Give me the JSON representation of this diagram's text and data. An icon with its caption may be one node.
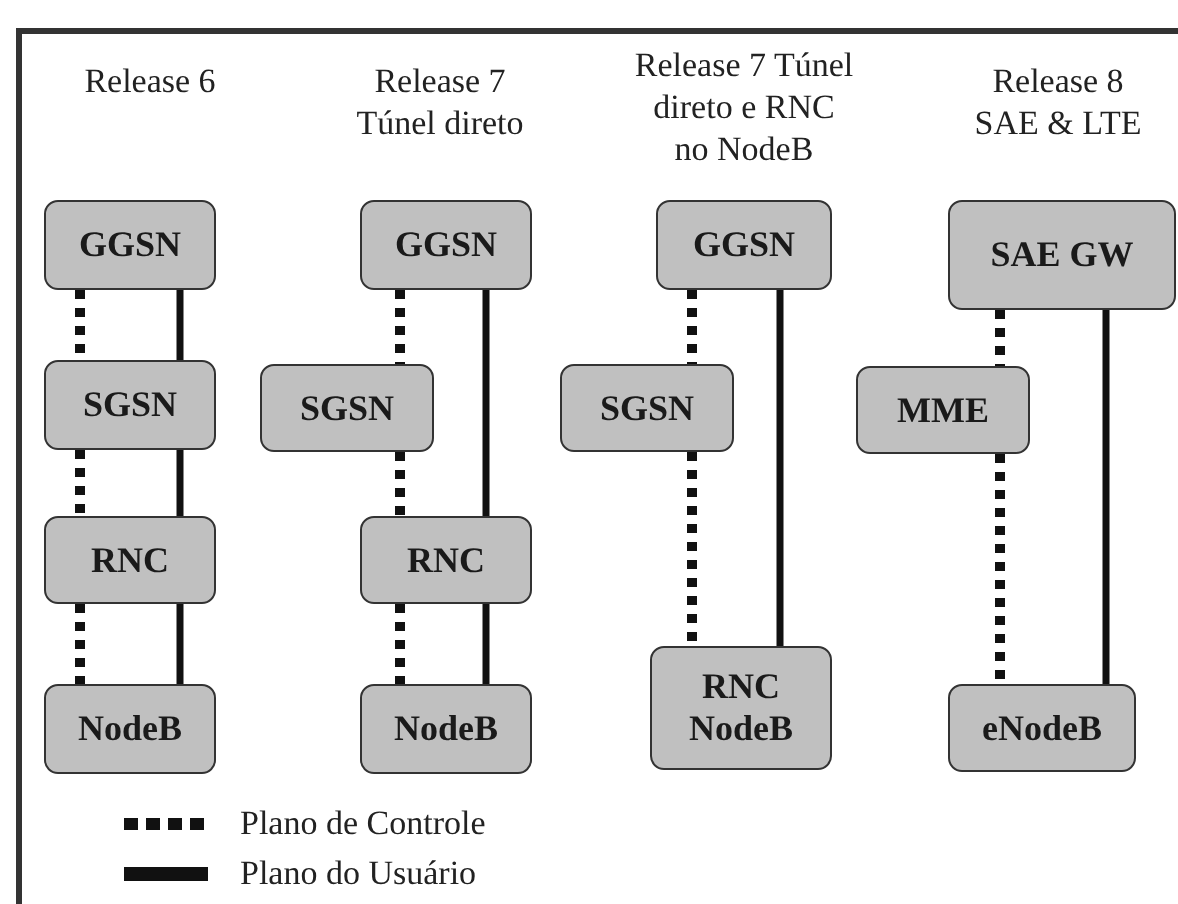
{
  "diagram": {
    "nodes": [
      {
        "text": [
          "GGSN"
        ]
      },
      {
        "text": [
          "SGSN"
        ]
      },
      {
        "text": [
          "RNC"
        ]
      },
      {
        "text": [
          "NodeB"
        ]
      },
      {
        "text": [
          "GGSN"
        ]
      },
      {
        "text": [
          "SGSN"
        ]
      },
      {
        "text": [
          "RNC"
        ]
      },
      {
        "text": [
          "NodeB"
        ]
      },
      {
        "text": [
          "GGSN"
        ]
      },
      {
        "text": [
          "SGSN"
        ]
      },
      {
        "text": [
          "RNC NodeB"
        ]
      },
      {
        "text": [
          "SAE GW"
        ]
      },
      {
        "text": [
          "MME"
        ]
      },
      {
        "text": [
          "eNodeB"
        ]
      }
    ],
    "edges": [
      {
        "from": 0,
        "to": 1,
        "arrow": "none",
        "style": "dashed"
      },
      {
        "from": 0,
        "to": 1,
        "arrow": "none"
      },
      {
        "from": 1,
        "to": 2,
        "arrow": "none",
        "style": "dashed"
      },
      {
        "from": 1,
        "to": 2,
        "arrow": "none"
      },
      {
        "from": 2,
        "to": 3,
        "arrow": "none",
        "style": "dashed"
      },
      {
        "from": 2,
        "to": 3,
        "arrow": "none"
      },
      {
        "from": 4,
        "to": 5,
        "arrow": "none",
        "style": "dashed"
      },
      {
        "from": 4,
        "to": 6,
        "arrow": "none"
      },
      {
        "from": 5,
        "to": 6,
        "arrow": "none",
        "style": "dashed"
      },
      {
        "from": 6,
        "to": 7,
        "arrow": "none",
        "style": "dashed"
      },
      {
        "from": 6,
        "to": 7,
        "arrow": "none"
      },
      {
        "from": 8,
        "to": 9,
        "arrow": "none",
        "style": "dashed"
      },
      {
        "from": 8,
        "to": 10,
        "arrow": "none"
      },
      {
        "from": 9,
        "to": 10,
        "arrow": "none",
        "style": "dashed"
      },
      {
        "from": 11,
        "to": 12,
        "arrow": "none",
        "style": "dashed"
      },
      {
        "from": 11,
        "to": 13,
        "arrow": "none"
      },
      {
        "from": 12,
        "to": 13,
        "arrow": "none",
        "style": "dashed"
      }
    ],
    "labels": [
      "Release 6",
      "Release 7 Túnel direto",
      "Release 7 Túnel direto e RNC no NodeB",
      "Release 8 SAE & LTE"
    ],
    "legend": [
      {
        "text": "Plano de Controle"
      },
      {
        "text": "Plano do Usuário"
      }
    ]
  }
}
